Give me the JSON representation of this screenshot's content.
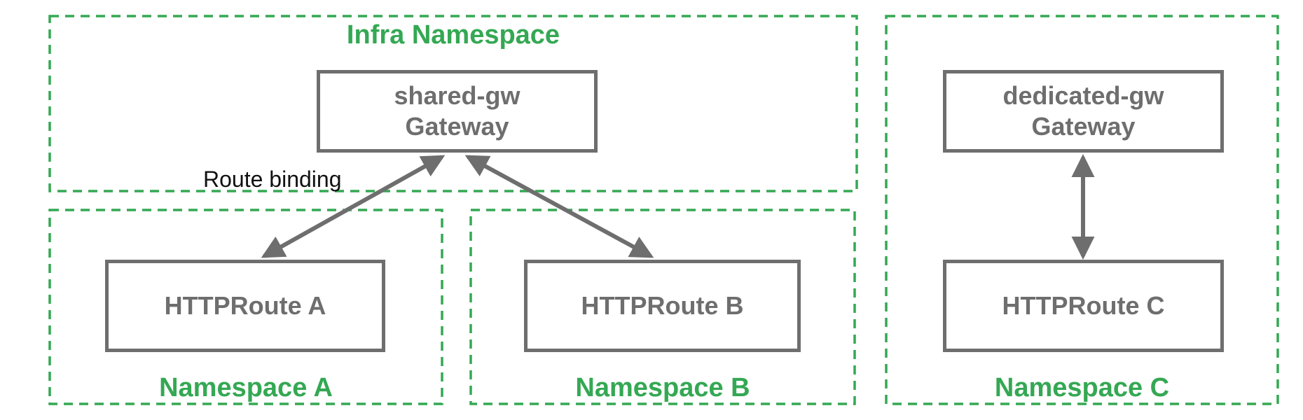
{
  "namespaces": {
    "infra": {
      "label": "Infra Namespace"
    },
    "a": {
      "label": "Namespace A"
    },
    "b": {
      "label": "Namespace B"
    },
    "c": {
      "label": "Namespace C"
    }
  },
  "nodes": {
    "shared_gateway": {
      "name": "shared-gw",
      "kind": "Gateway"
    },
    "dedicated_gateway": {
      "name": "dedicated-gw",
      "kind": "Gateway"
    },
    "http_route_a": {
      "label": "HTTPRoute A"
    },
    "http_route_b": {
      "label": "HTTPRoute B"
    },
    "http_route_c": {
      "label": "HTTPRoute C"
    }
  },
  "annotations": {
    "route_binding": "Route binding"
  },
  "colors": {
    "namespace_green": "#34A853",
    "node_gray": "#6E6E6E",
    "annotation_black": "#111111",
    "background": "#FFFFFF"
  }
}
